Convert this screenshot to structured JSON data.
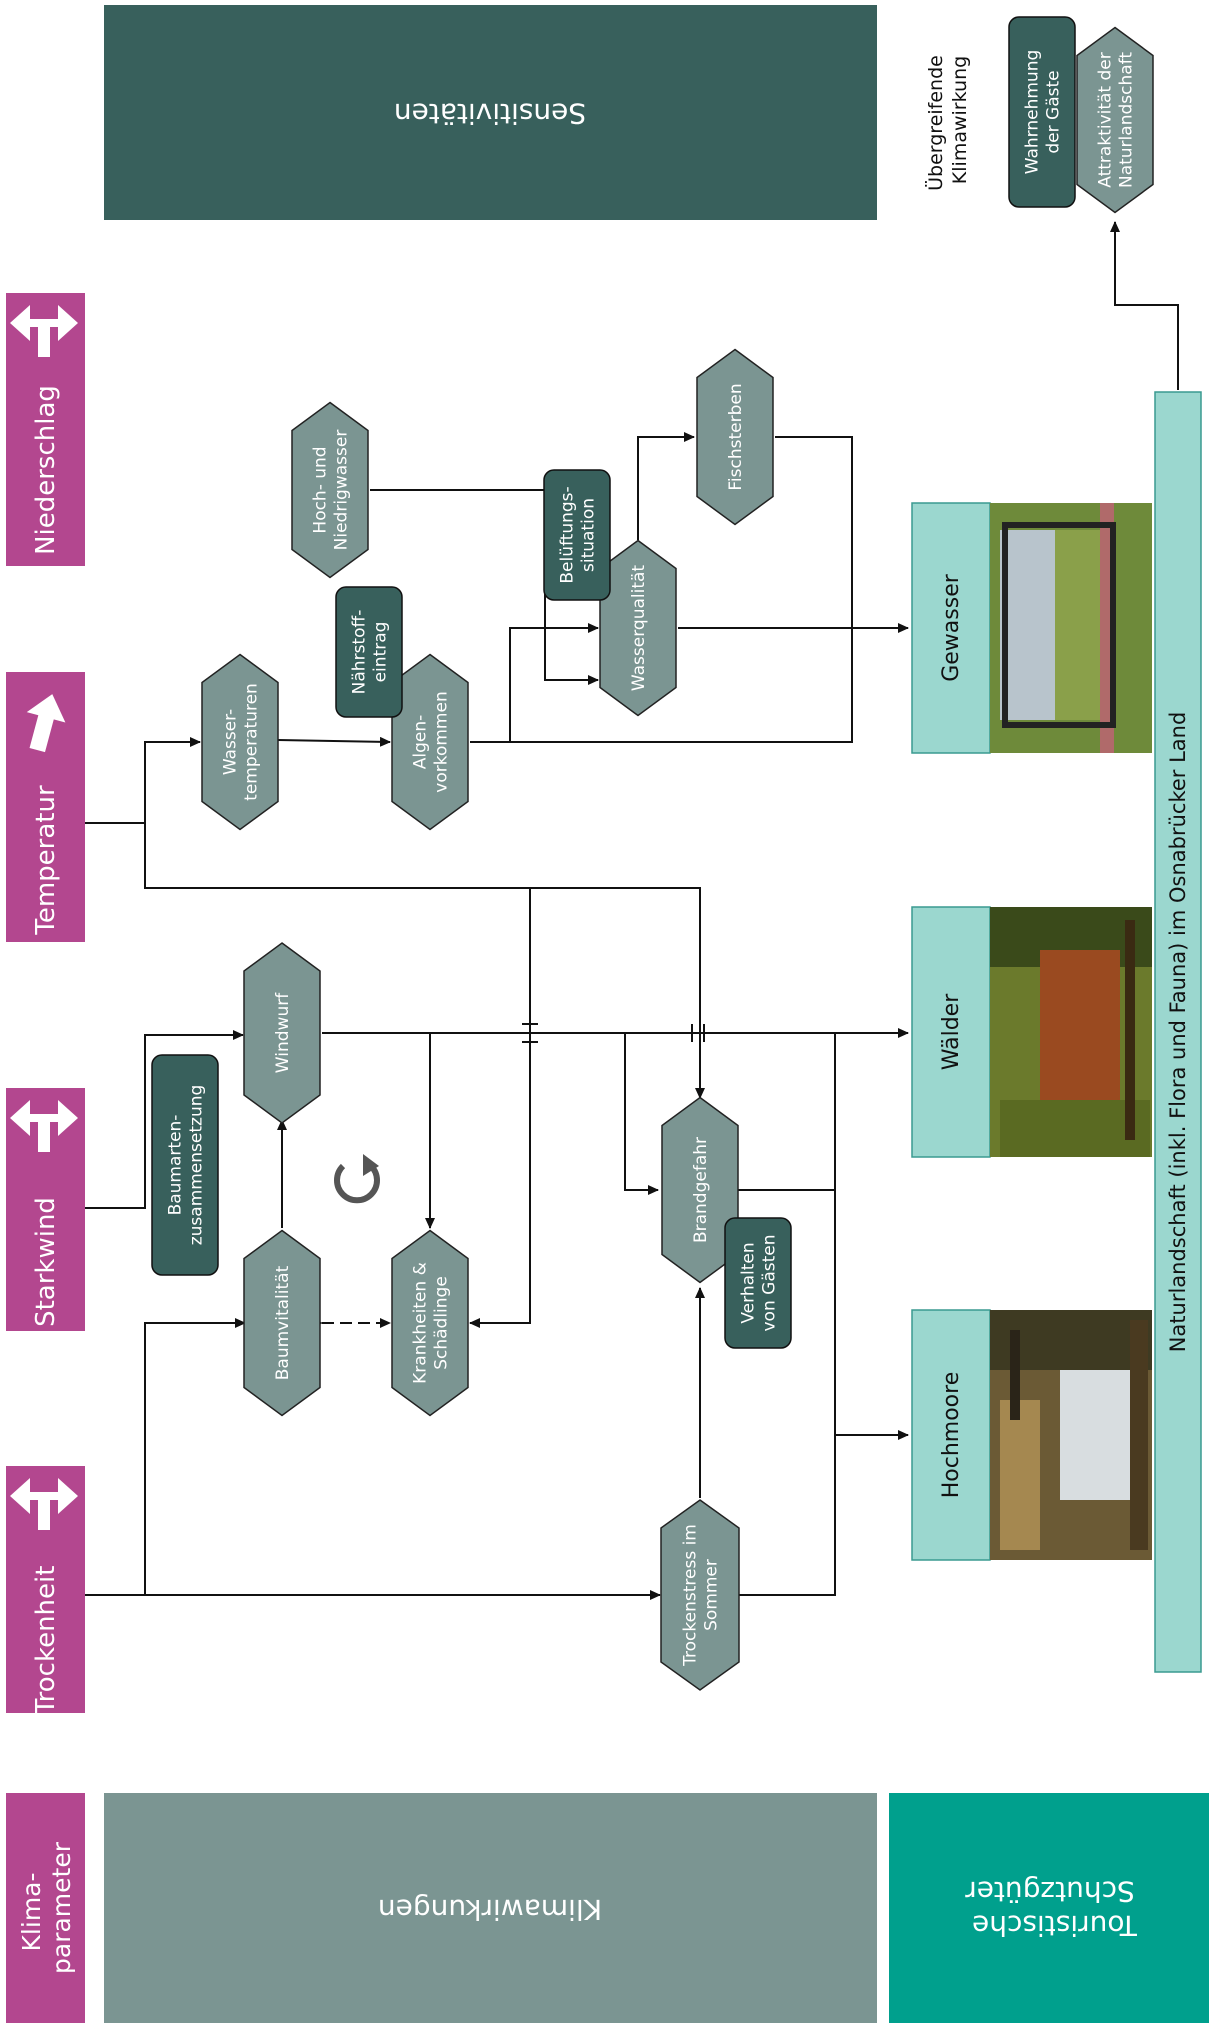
{
  "legend": {
    "klimaparameter": [
      "Klima-",
      "parameter"
    ],
    "klimawirkungen": "Klimawirkungen",
    "touristische_schutzgueter": [
      "Touristische",
      "Schutzgüter"
    ],
    "sensitivitaeten": "Sensitivitäten"
  },
  "parameters": {
    "trockenheit": {
      "label": "Trockenheit",
      "trend": "up-down"
    },
    "starkwind": {
      "label": "Starkwind",
      "trend": "up-down"
    },
    "temperatur": {
      "label": "Temperatur",
      "trend": "up"
    },
    "niederschlag": {
      "label": "Niederschlag",
      "trend": "up-down"
    }
  },
  "effects": {
    "trockenstress": [
      "Trockenstress im",
      "Sommer"
    ],
    "baumvitalitaet": [
      "Baumvitalität"
    ],
    "krankheiten": [
      "Krankheiten &",
      "Schädlinge"
    ],
    "windwurf": [
      "Windwurf"
    ],
    "brandgefahr": [
      "Brandgefahr"
    ],
    "wassertemperaturen": [
      "Wasser-",
      "temperaturen"
    ],
    "algenvorkommen": [
      "Algen-",
      "vorkommen"
    ],
    "hoch_niedrigwasser": [
      "Hoch- und",
      "Niedrigwasser"
    ],
    "wasserqualitaet": [
      "Wasserqualität"
    ],
    "fischsterben": [
      "Fischsterben"
    ],
    "attraktivitaet": [
      "Attraktivität der",
      "Naturlandschaft"
    ]
  },
  "sensitivities": {
    "baumartenzusammensetzung": [
      "Baumarten-",
      "zusammensetzung"
    ],
    "verhalten_gaeste": [
      "Verhalten",
      "von Gästen"
    ],
    "naehrstoffeintrag": [
      "Nährstoff-",
      "eintrag"
    ],
    "belueftung": [
      "Belüftungs-",
      "situation"
    ],
    "wahrnehmung": [
      "Wahrnehmung",
      "der Gäste"
    ]
  },
  "assets": {
    "hochmoore": "Hochmoore",
    "waelder": "Wälder",
    "gewasser": "Gewasser",
    "naturlandschaft": "Naturlandschaft (inkl. Flora und Fauna) im Osnabrücker Land"
  },
  "uebergreifend": [
    "Übergreifende",
    "Klimawirkung"
  ],
  "colors": {
    "magenta": "#b3478f",
    "klimawirkung": "#7b9592",
    "sensitivity": "#38605c",
    "teal": "#00a08d",
    "schutzgut": "#9bd7cf"
  }
}
